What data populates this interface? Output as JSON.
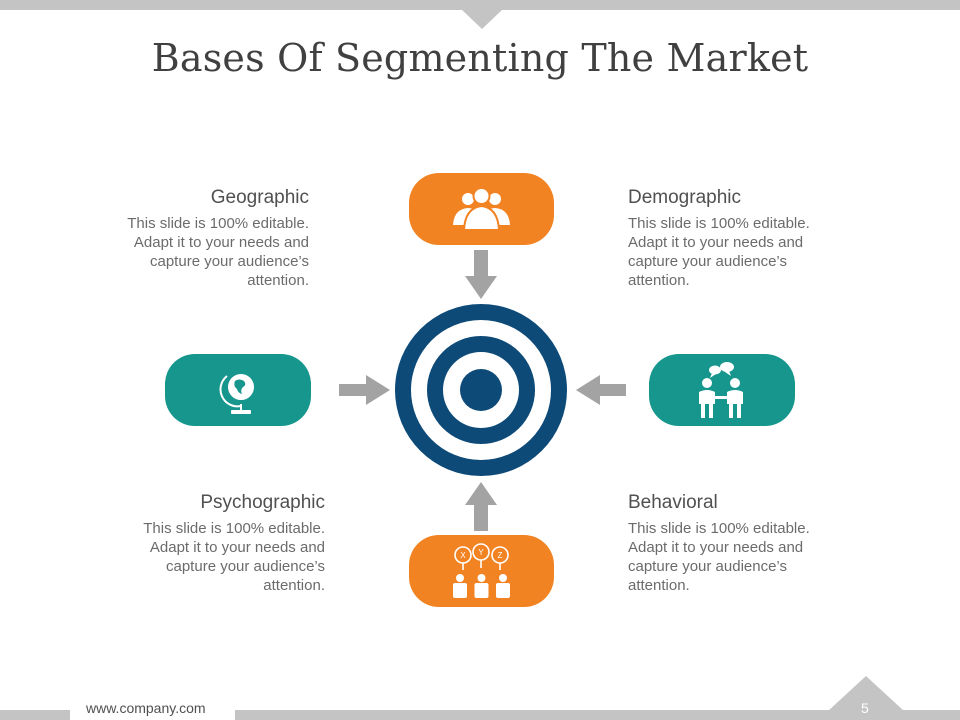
{
  "slide": {
    "title": "Bases Of Segmenting The Market",
    "footer_url": "www.company.com",
    "page_number": "5"
  },
  "colors": {
    "orange": "#f28322",
    "teal": "#16968c",
    "navy": "#0d4a78",
    "arrow": "#a3a3a3",
    "bar": "#c4c4c4"
  },
  "segments": [
    {
      "heading": "Geographic",
      "body": [
        "This slide is 100% editable.",
        "Adapt it to your needs and",
        "capture your audience’s",
        "attention."
      ],
      "icon": "globe-icon"
    },
    {
      "heading": "Demographic",
      "body": [
        "This slide is 100% editable.",
        "Adapt it to your needs and",
        "capture your audience’s",
        "attention."
      ],
      "icon": "group-people-icon"
    },
    {
      "heading": "Psychographic",
      "body": [
        "This slide is 100% editable.",
        "Adapt it to your needs and",
        "capture your audience’s",
        "attention."
      ],
      "icon": "discussion-xyz-icon"
    },
    {
      "heading": "Behavioral",
      "body": [
        "This slide is 100% editable.",
        "Adapt it to your needs and",
        "capture your audience’s",
        "attention."
      ],
      "icon": "two-people-talking-icon"
    }
  ],
  "callout_labels": [
    "X",
    "Y",
    "Z"
  ]
}
